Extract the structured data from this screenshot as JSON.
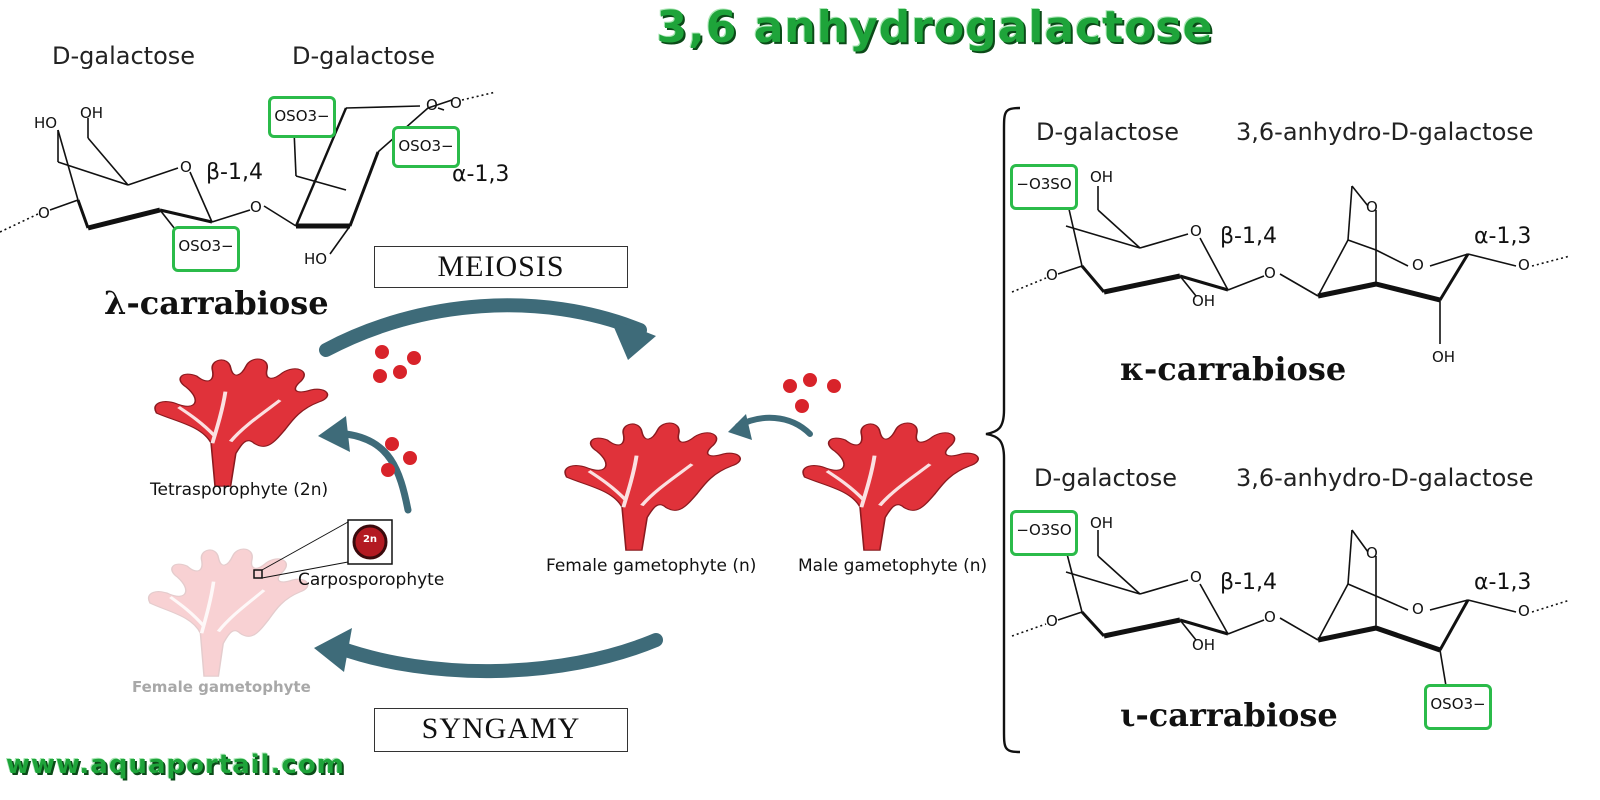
{
  "title": "3,6 anhydrogalactose",
  "footer_url": "www.aquaportail.com",
  "lambda": {
    "galactose_1": "D-galactose",
    "galactose_2": "D-galactose",
    "beta_link": "β-1,4",
    "alpha_link": "α-1,3",
    "name": "λ-carrabiose",
    "ho": "HO",
    "oh": "OH",
    "ho_bottom": "HO",
    "sulfate_a": "OSO3−",
    "sulfate_b": "OSO3−",
    "sulfate_c": "OSO3−",
    "ring_o1": "O",
    "ring_o2": "O",
    "bridge_o": "O",
    "end_o1": "O",
    "end_o2": "O"
  },
  "kappa": {
    "galactose": "D-galactose",
    "anhydro": "3,6-anhydro-D-galactose",
    "beta_link": "β-1,4",
    "alpha_link": "α-1,3",
    "name": "κ-carrabiose",
    "sulfate": "−O3SO",
    "oh_top": "OH",
    "oh_bottom": "OH",
    "oh_anhydro": "OH",
    "ring_o1": "O",
    "ring_o2": "O",
    "bridge_o": "O",
    "top_o": "O",
    "end_o1": "O",
    "end_o2": "O"
  },
  "iota": {
    "galactose": "D-galactose",
    "anhydro": "3,6-anhydro-D-galactose",
    "beta_link": "β-1,4",
    "alpha_link": "α-1,3",
    "name": "ι-carrabiose",
    "sulfate_1": "−O3SO",
    "sulfate_2": "OSO3−",
    "oh_top": "OH",
    "oh_bottom": "OH",
    "ring_o1": "O",
    "ring_o2": "O",
    "bridge_o": "O",
    "top_o": "O",
    "end_o1": "O",
    "end_o2": "O"
  },
  "cycle": {
    "meiosis": "MEIOSIS",
    "syngamy": "SYNGAMY",
    "tetrasporophyte": "Tetrasporophyte (2n)",
    "carposporophyte": "Carposporophyte",
    "female_gametophyte": "Female gametophyte (n)",
    "male_gametophyte": "Male gametophyte (n)",
    "female_gametophyte_faded": "Female gametophyte",
    "carpospore_mark": "2n"
  },
  "colors": {
    "title_green": "#1ea43a",
    "sulfate_box": "#2bbb4a",
    "algae_red": "#e0323a",
    "arrow_teal": "#3e6b79",
    "spore_red": "#d8232a"
  },
  "icons": {
    "algae": "red-algae-frond",
    "spores": "spore-dot-cluster",
    "arrows": "curved-cycle-arrow",
    "bracket": "curly-brace"
  }
}
